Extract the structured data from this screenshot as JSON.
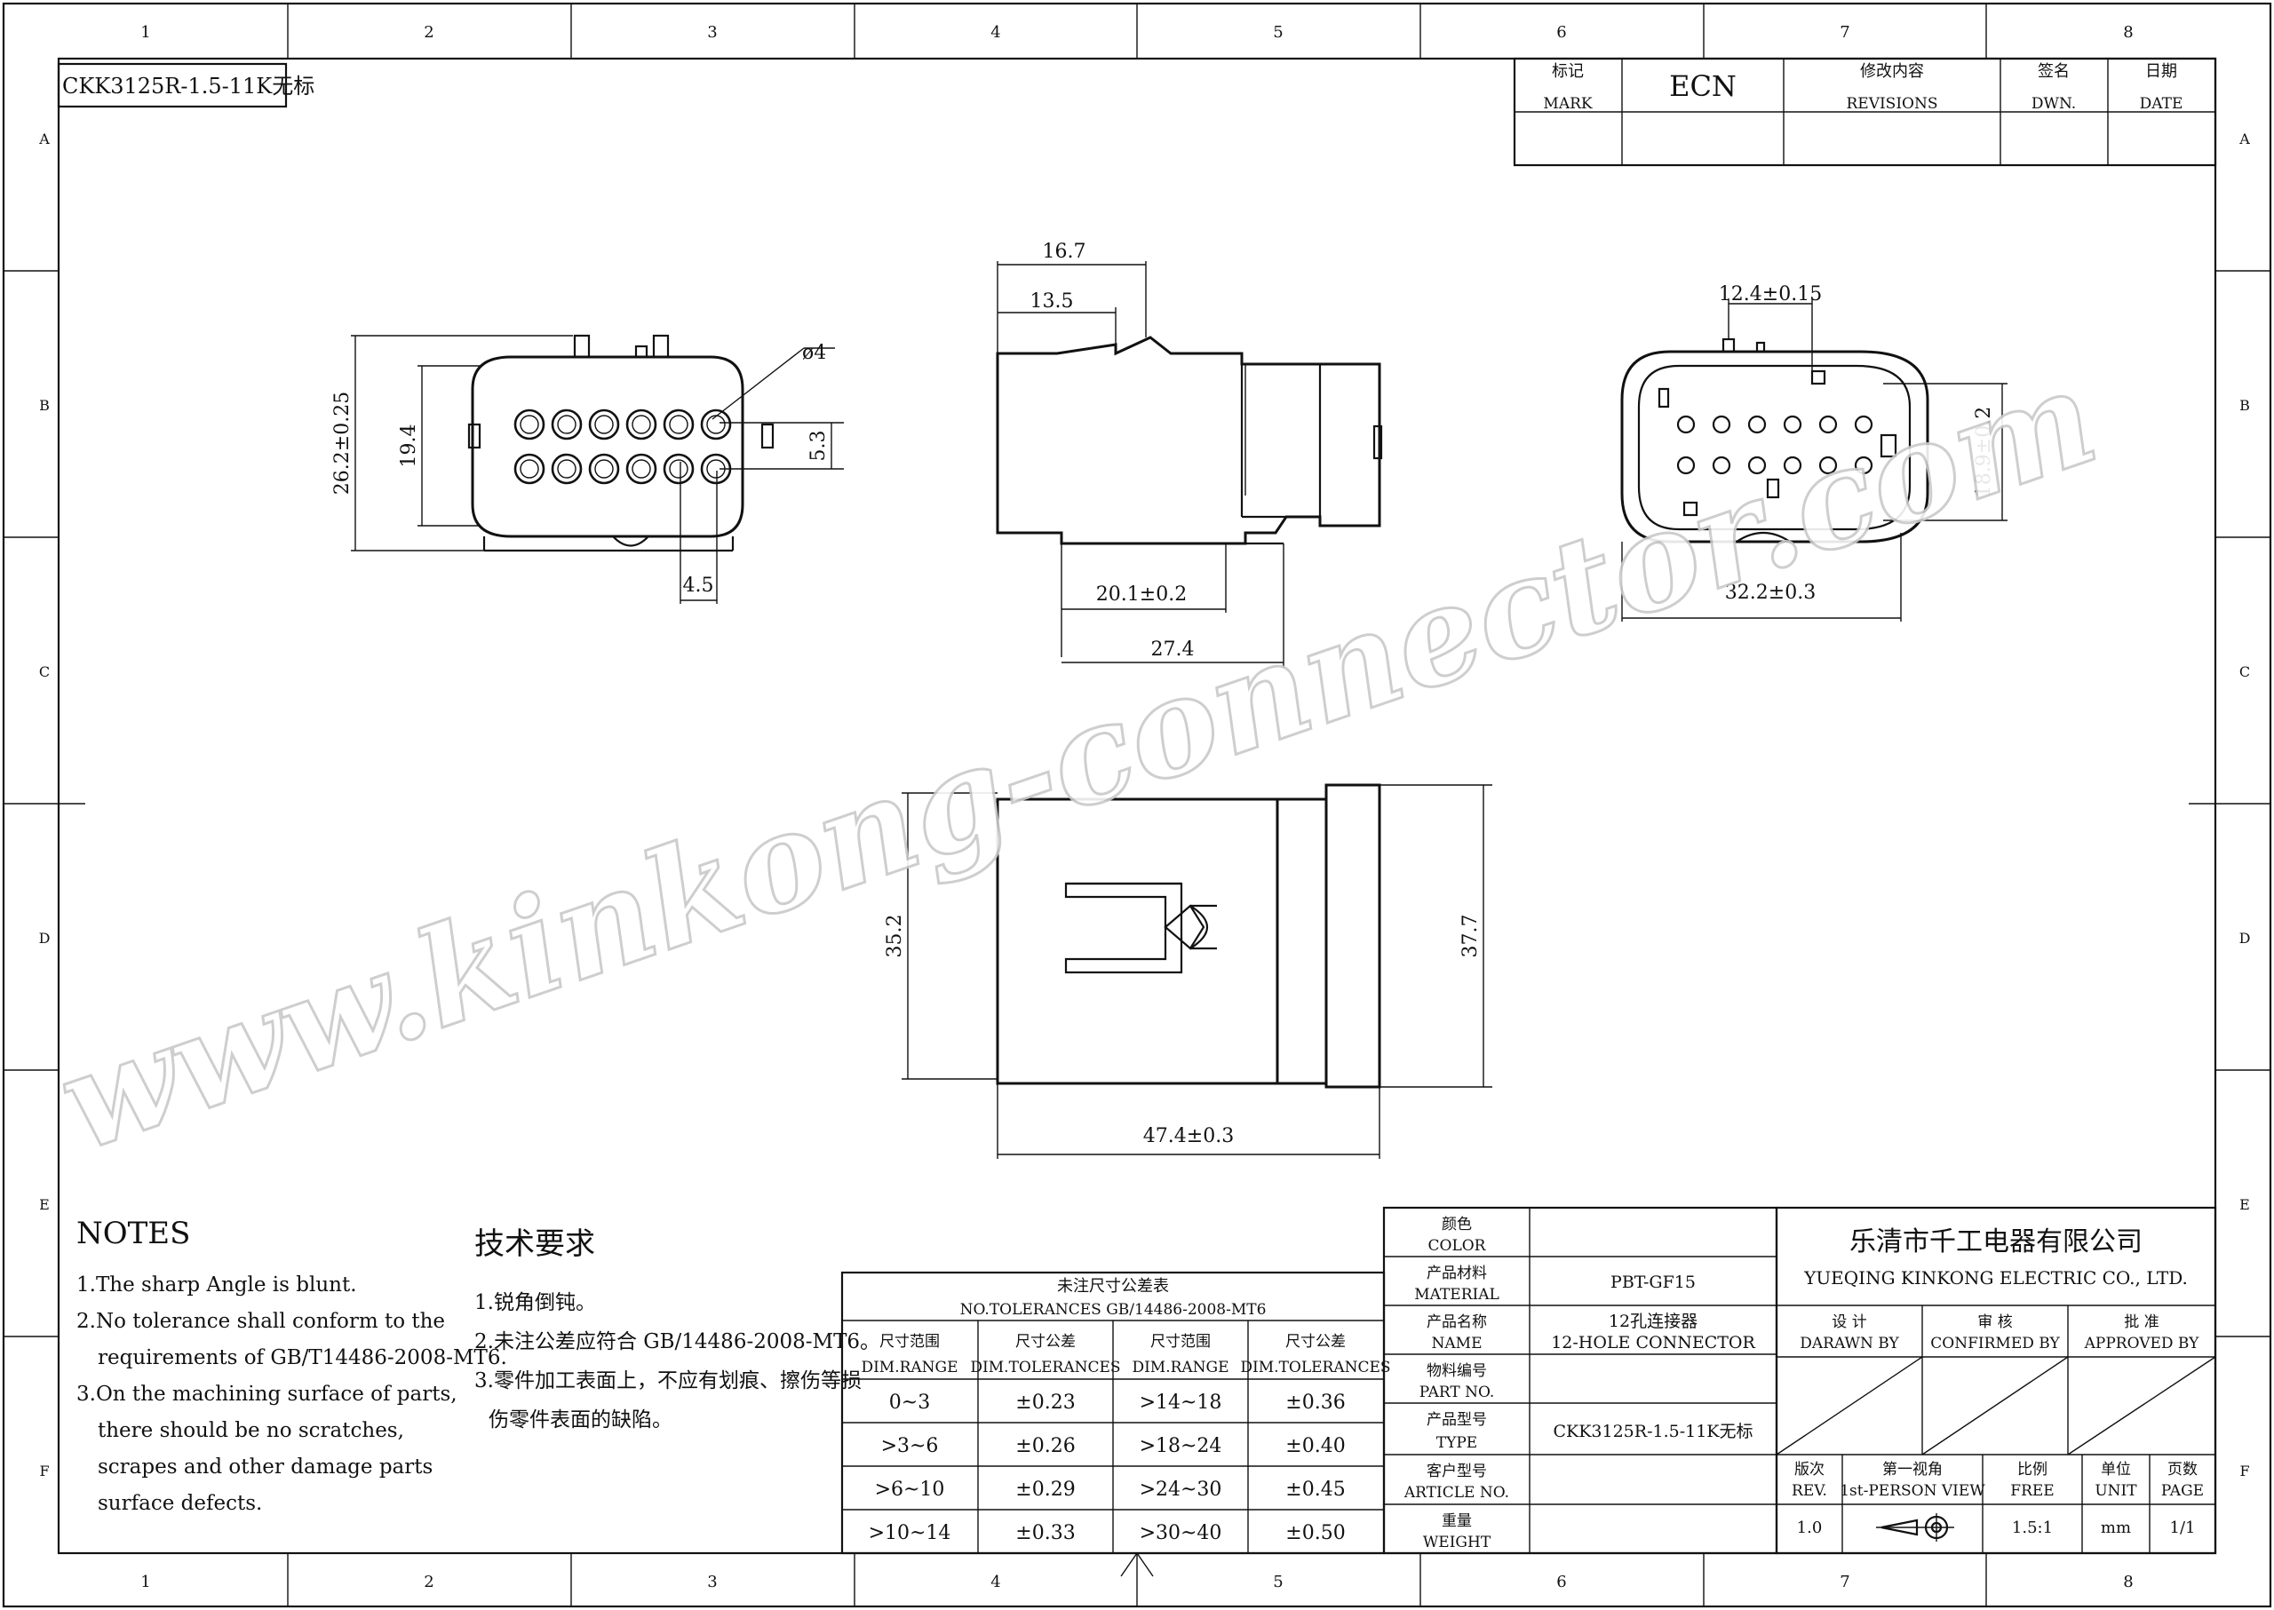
{
  "drawing_code": "CKK3125R-1.5-11K无标",
  "border": {
    "columns": [
      "1",
      "2",
      "3",
      "4",
      "5",
      "6",
      "7",
      "8"
    ],
    "rows": [
      "A",
      "B",
      "C",
      "D",
      "E",
      "F"
    ]
  },
  "revision_block": {
    "mark_cn": "标记",
    "mark_en": "MARK",
    "ecn": "ECN",
    "revisions_cn": "修改内容",
    "revisions_en": "REVISIONS",
    "dwn_cn": "签名",
    "dwn_en": "DWN.",
    "date_cn": "日期",
    "date_en": "DATE"
  },
  "dimensions": {
    "front_height": "26.2±0.25",
    "front_inner_height": "19.4",
    "pin_diameter": "ø4",
    "row_pitch": "5.3",
    "col_pitch": "4.5",
    "side_top_overall": "16.7",
    "side_top_inner": "13.5",
    "side_bottom_inner": "20.1±0.2",
    "side_bottom_overall": "27.4",
    "rear_top": "12.4±0.15",
    "rear_height": "18.9±0.2",
    "rear_width": "32.2±0.3",
    "top_left_height": "35.2",
    "top_right_height": "37.7",
    "top_length": "47.4±0.3"
  },
  "watermark": "www.kinkong-connector.com",
  "notes": {
    "title": "NOTES",
    "items": [
      "1.The sharp Angle is blunt.",
      "2.No tolerance shall conform to the",
      "requirements of GB/T14486-2008-MT6.",
      "3.On the machining surface of parts,",
      "there should be no scratches,",
      "scrapes and other damage parts",
      "surface defects."
    ]
  },
  "notes_cn": {
    "title": "技术要求",
    "items": [
      "1.锐角倒钝。",
      "2.未注公差应符合 GB/14486-2008-MT6。",
      "3.零件加工表面上，不应有划痕、擦伤等损",
      "伤零件表面的缺陷。"
    ]
  },
  "tolerance_table": {
    "title_cn": "未注尺寸公差表",
    "title_en": "NO.TOLERANCES GB/14486-2008-MT6",
    "headers": [
      {
        "cn": "尺寸范围",
        "en": "DIM.RANGE"
      },
      {
        "cn": "尺寸公差",
        "en": "DIM.TOLERANCES"
      },
      {
        "cn": "尺寸范围",
        "en": "DIM.RANGE"
      },
      {
        "cn": "尺寸公差",
        "en": "DIM.TOLERANCES"
      }
    ],
    "rows": [
      [
        "0~3",
        "±0.23",
        ">14~18",
        "±0.36"
      ],
      [
        ">3~6",
        "±0.26",
        ">18~24",
        "±0.40"
      ],
      [
        ">6~10",
        "±0.29",
        ">24~30",
        "±0.45"
      ],
      [
        ">10~14",
        "±0.33",
        ">30~40",
        "±0.50"
      ]
    ]
  },
  "part_info": {
    "rows": [
      {
        "cn": "颜色",
        "en": "COLOR",
        "value": ""
      },
      {
        "cn": "产品材料",
        "en": "MATERIAL",
        "value": "PBT-GF15"
      },
      {
        "cn": "产品名称",
        "en": "NAME",
        "value": "12孔连接器",
        "value2": "12-HOLE CONNECTOR"
      },
      {
        "cn": "物料编号",
        "en": "PART NO.",
        "value": ""
      },
      {
        "cn": "产品型号",
        "en": "TYPE",
        "value": "CKK3125R-1.5-11K无标"
      },
      {
        "cn": "客户型号",
        "en": "ARTICLE NO.",
        "value": ""
      },
      {
        "cn": "重量",
        "en": "WEIGHT",
        "value": ""
      }
    ]
  },
  "company": {
    "name_cn": "乐清市千工电器有限公司",
    "name_en": "YUEQING KINKONG ELECTRIC CO., LTD."
  },
  "approval": [
    {
      "cn": "设 计",
      "en": "DARAWN BY"
    },
    {
      "cn": "审 核",
      "en": "CONFIRMED BY"
    },
    {
      "cn": "批 准",
      "en": "APPROVED BY"
    }
  ],
  "meta": [
    {
      "cn": "版次",
      "en": "REV.",
      "value": "1.0"
    },
    {
      "cn": "第一视角",
      "en": "1st-PERSON VIEW",
      "value": ""
    },
    {
      "cn": "比例",
      "en": "FREE",
      "value": "1.5:1"
    },
    {
      "cn": "单位",
      "en": "UNIT",
      "value": "mm"
    },
    {
      "cn": "页数",
      "en": "PAGE",
      "value": "1/1"
    }
  ]
}
